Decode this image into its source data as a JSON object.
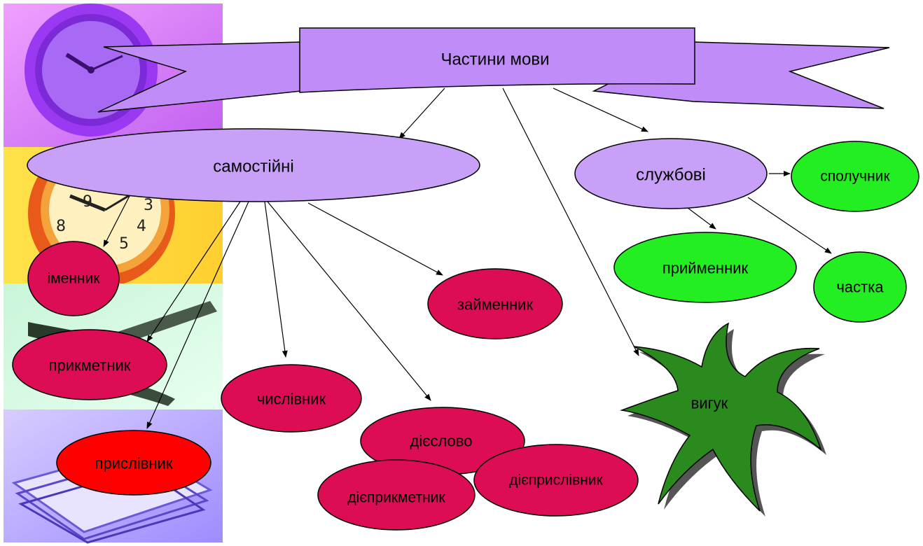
{
  "title": "Частини мови",
  "categories": {
    "independent": "самостійні",
    "auxiliary": "службові"
  },
  "independent_parts": {
    "noun": "іменник",
    "adjective": "прикметник",
    "adverb": "прислівник",
    "numeral": "числівник",
    "pronoun": "займенник",
    "verb": "дієслово",
    "participle": "дієприкметник",
    "adverbial_participle": "дієприслівник"
  },
  "auxiliary_parts": {
    "conjunction": "сполучник",
    "preposition": "прийменник",
    "particle": "частка"
  },
  "interjection": "вигук",
  "colors": {
    "banner": "#c08cf8",
    "category": "#c8a0f8",
    "independent": "#dc0d55",
    "adverb": "#ff0000",
    "auxiliary": "#22ee22",
    "interjection": "#2a8a1e",
    "interjection_shadow": "#555555"
  },
  "decor_icons": [
    "clock-icon",
    "orange-clock-icon",
    "papers-icon",
    "documents-icon"
  ]
}
